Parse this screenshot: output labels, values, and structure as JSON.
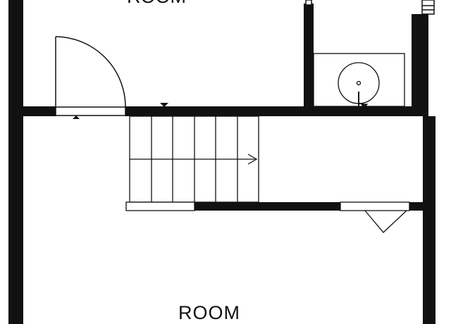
{
  "diagram": {
    "type": "floor-plan",
    "labels": {
      "lower_room": "ROOM",
      "upper_room_partial": "ROOM"
    },
    "colors": {
      "wall": "#111111",
      "line": "#111111",
      "background": "#ffffff"
    }
  }
}
